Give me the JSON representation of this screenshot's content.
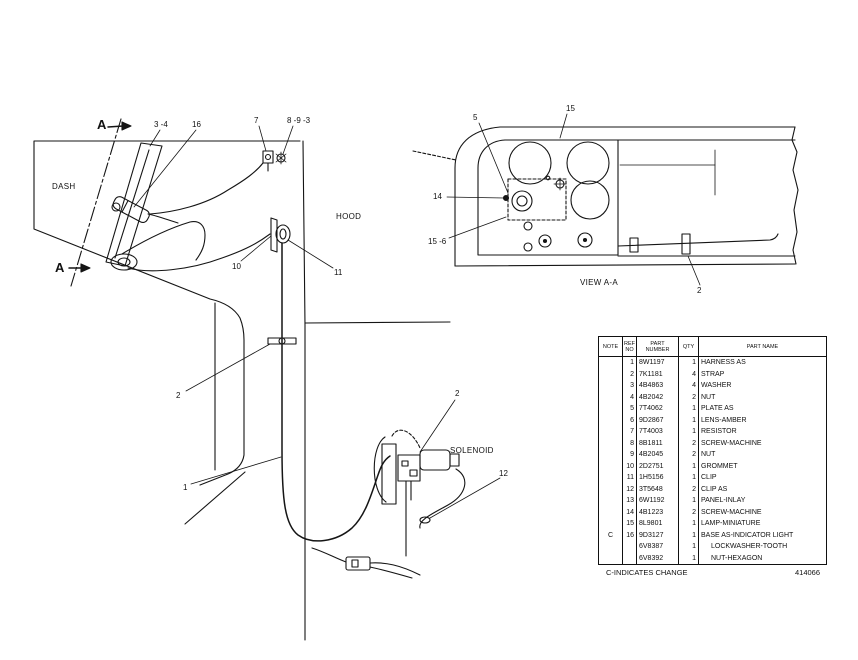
{
  "diagram": {
    "callouts": {
      "section_a_top": "A",
      "section_a_bottom": "A",
      "ref_3_4": "3 -4",
      "ref_16": "16",
      "ref_7": "7",
      "ref_8_9_3": "8 -9 -3",
      "ref_10": "10",
      "ref_11": "11",
      "ref_2_clip": "2",
      "ref_1": "1",
      "ref_2_solenoid": "2",
      "ref_12": "12",
      "ref_15_panel": "15",
      "ref_5": "5",
      "ref_14": "14",
      "ref_15_6": "15 -6",
      "ref_2_view": "2"
    },
    "area_labels": {
      "dash": "DASH",
      "hood": "HOOD",
      "solenoid": "SOLENOID",
      "view": "VIEW A-A"
    }
  },
  "parts_table": {
    "headers": {
      "note": "NOTE",
      "ref": "REF NO",
      "part": "PART NUMBER",
      "qty": "QTY",
      "name": "PART NAME"
    },
    "rows": [
      {
        "note": "",
        "ref": "1",
        "part": "8W1197",
        "qty": "1",
        "name": "HARNESS AS"
      },
      {
        "note": "",
        "ref": "2",
        "part": "7K1181",
        "qty": "4",
        "name": "STRAP"
      },
      {
        "note": "",
        "ref": "3",
        "part": "4B4863",
        "qty": "4",
        "name": "WASHER"
      },
      {
        "note": "",
        "ref": "4",
        "part": "4B2042",
        "qty": "2",
        "name": "NUT"
      },
      {
        "note": "",
        "ref": "5",
        "part": "7T4062",
        "qty": "1",
        "name": "PLATE AS"
      },
      {
        "note": "",
        "ref": "6",
        "part": "9D2867",
        "qty": "1",
        "name": "LENS-AMBER"
      },
      {
        "note": "",
        "ref": "7",
        "part": "7T4003",
        "qty": "1",
        "name": "RESISTOR"
      },
      {
        "note": "",
        "ref": "8",
        "part": "8B1811",
        "qty": "2",
        "name": "SCREW-MACHINE"
      },
      {
        "note": "",
        "ref": "9",
        "part": "4B2045",
        "qty": "2",
        "name": "NUT"
      },
      {
        "note": "",
        "ref": "10",
        "part": "2D2751",
        "qty": "1",
        "name": "GROMMET"
      },
      {
        "note": "",
        "ref": "11",
        "part": "1H5156",
        "qty": "1",
        "name": "CLIP"
      },
      {
        "note": "",
        "ref": "12",
        "part": "3T5648",
        "qty": "2",
        "name": "CLIP AS"
      },
      {
        "note": "",
        "ref": "13",
        "part": "6W1192",
        "qty": "1",
        "name": "PANEL-INLAY"
      },
      {
        "note": "",
        "ref": "14",
        "part": "4B1223",
        "qty": "2",
        "name": "SCREW-MACHINE"
      },
      {
        "note": "",
        "ref": "15",
        "part": "8L9801",
        "qty": "1",
        "name": "LAMP-MINIATURE"
      },
      {
        "note": "C",
        "ref": "16",
        "part": "9D3127",
        "qty": "1",
        "name": "BASE AS-INDICATOR LIGHT"
      },
      {
        "note": "",
        "ref": "",
        "part": "6V8387",
        "qty": "1",
        "name": "LOCKWASHER-TOOTH"
      },
      {
        "note": "",
        "ref": "",
        "part": "6V8392",
        "qty": "1",
        "name": "NUT-HEXAGON"
      }
    ]
  },
  "footer": {
    "change_note": "C-INDICATES CHANGE",
    "illustration_number": "414066"
  }
}
